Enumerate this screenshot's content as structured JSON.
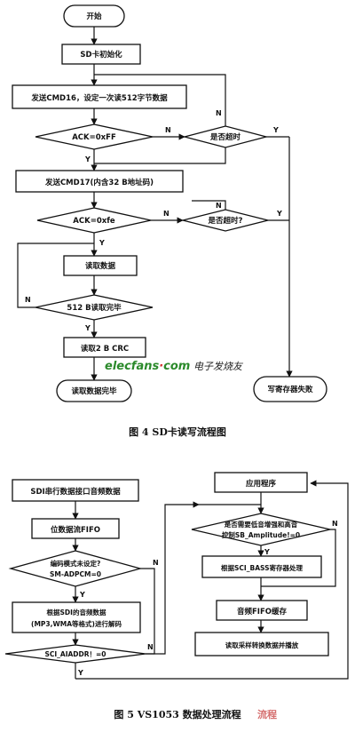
{
  "fig4": {
    "start": "开始",
    "sd_init": "SD卡初始化",
    "cmd16": "发送CMD16，设定一次读512字节数据",
    "ack_ff": "ACK=0xFF",
    "timeout1": "是否超时",
    "cmd17": "发送CMD17(内含32 B地址码)",
    "ack_fe": "ACK=0xfe",
    "timeout2": "是否超时?",
    "read_data": "读取数据",
    "check_512": "512 B读取完毕",
    "read_crc": "读取2 B CRC",
    "read_done": "读取数据完毕",
    "write_fail": "写寄存器失败",
    "caption": "图 4    SD卡读写流程图"
  },
  "fig5": {
    "sdi_input": "SDI串行数据接口音频数据",
    "bit_fifo": "位数据流FIFO",
    "mode_q1": "编码模式未设定?",
    "mode_q2": "SM-ADPCM=0",
    "decode1": "根据SDI的音频数据",
    "decode2": "(MP3,WMA等格式)进行解码",
    "sci_aiaddr": "SCI_AIADDR！=0",
    "app": "应用程序",
    "bass_q1": "是否需要低音增强和高音",
    "bass_q2": "控制SB_Amplitude!=0",
    "bass_proc": "根据SCI_BASS寄存器处理",
    "audio_fifo": "音频FIFO缓存",
    "playback": "读取采样转换数据并播放",
    "caption": "图 5    VS1053 数据处理流程"
  },
  "labels": {
    "yes": "Y",
    "no": "N"
  },
  "watermark": {
    "brand": "elecfans",
    "dot": "·",
    "com": "com",
    "cn": "电子发烧友",
    "stamp": "流程"
  }
}
